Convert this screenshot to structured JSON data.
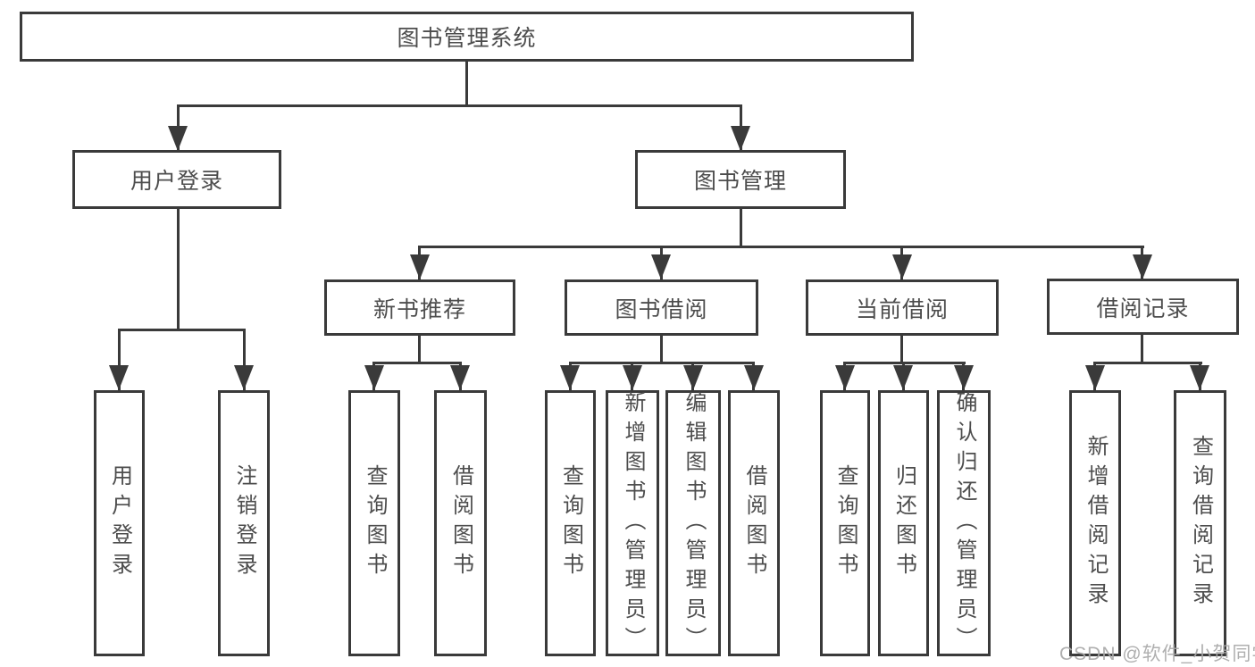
{
  "nodes": {
    "root": {
      "label": "图书管理系统"
    },
    "level2": {
      "user_login": {
        "label": "用户登录"
      },
      "book_mgmt": {
        "label": "图书管理"
      }
    },
    "level3": {
      "new_book": {
        "label": "新书推荐"
      },
      "book_borrow": {
        "label": "图书借阅"
      },
      "current_borrow": {
        "label": "当前借阅"
      },
      "borrow_record": {
        "label": "借阅记录"
      }
    },
    "leaves": {
      "user_login": [
        "用户登录",
        "注销登录"
      ],
      "new_book": [
        "查询图书",
        "借阅图书"
      ],
      "book_borrow": [
        "查询图书",
        "新增图书（管理员）",
        "编辑图书（管理员）",
        "借阅图书"
      ],
      "current_borrow": [
        "查询图书",
        "归还图书",
        "确认归还（管理员）"
      ],
      "borrow_record": [
        "新增借阅记录",
        "查询借阅记录"
      ]
    }
  },
  "colors": {
    "line": "#3a3a3a",
    "text": "#4d4d4d",
    "watermark": "#a8a8a8"
  },
  "watermark": {
    "text": "CSDN @软件_小贺同学"
  }
}
